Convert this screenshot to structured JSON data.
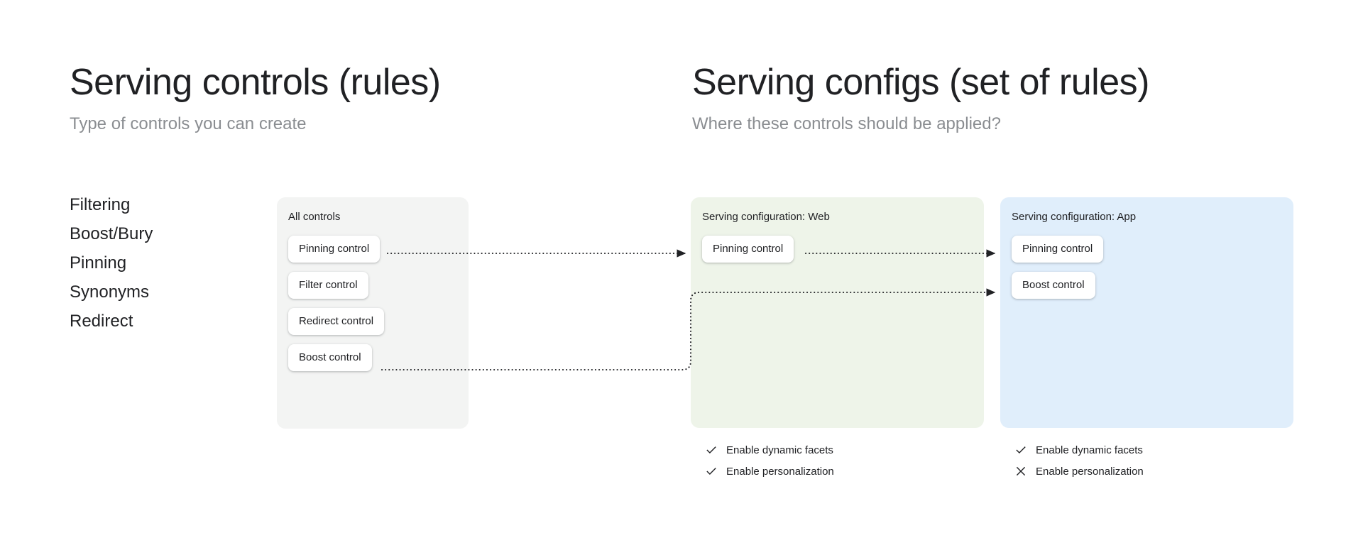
{
  "columns": {
    "left": {
      "title": "Serving controls (rules)",
      "subtitle": "Type of controls you can create",
      "control_types": [
        {
          "label": "Filtering"
        },
        {
          "label": "Boost/Bury"
        },
        {
          "label": "Pinning"
        },
        {
          "label": "Synonyms"
        },
        {
          "label": "Redirect"
        }
      ]
    },
    "right": {
      "title": "Serving configs (set of rules)",
      "subtitle": "Where these controls should be applied?"
    }
  },
  "panels": {
    "all_controls": {
      "title": "All controls",
      "background_color": "#f3f4f3",
      "chips": [
        {
          "label": "Pinning control"
        },
        {
          "label": "Filter control"
        },
        {
          "label": "Redirect control"
        },
        {
          "label": "Boost control"
        }
      ]
    },
    "config_web": {
      "title": "Serving configuration: Web",
      "background_color": "#eef4e9",
      "chips": [
        {
          "label": "Pinning control"
        }
      ],
      "options": [
        {
          "label": "Enable dynamic facets",
          "icon": "check-icon",
          "state": "enabled"
        },
        {
          "label": "Enable personalization",
          "icon": "check-icon",
          "state": "enabled"
        }
      ]
    },
    "config_app": {
      "title": "Serving configuration: App",
      "background_color": "#e0eefb",
      "chips": [
        {
          "label": "Pinning control"
        },
        {
          "label": "Boost control"
        }
      ],
      "options": [
        {
          "label": "Enable dynamic facets",
          "icon": "check-icon",
          "state": "enabled"
        },
        {
          "label": "Enable personalization",
          "icon": "close-icon",
          "state": "disabled"
        }
      ]
    }
  },
  "connectors": {
    "style": "dotted",
    "color": "#202124",
    "edges": [
      {
        "from": "all_controls.pinning_control",
        "to": "config_web.pinning_control",
        "arrow": true
      },
      {
        "from": "config_web.pinning_control",
        "to": "config_app.pinning_control",
        "arrow": true
      },
      {
        "from": "all_controls.boost_control",
        "to": "config_app.boost_control",
        "arrow": true
      }
    ]
  }
}
